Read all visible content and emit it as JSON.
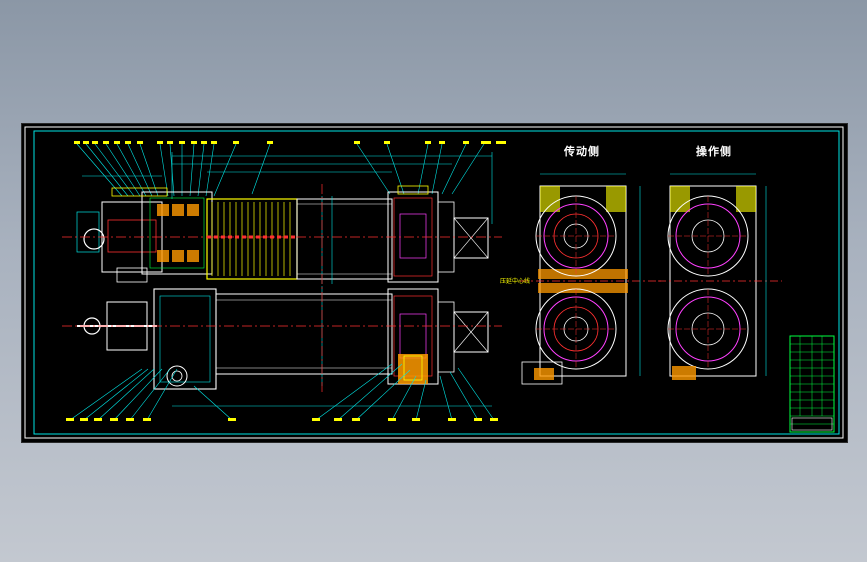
{
  "drawing": {
    "view_labels": {
      "drive_side": "传动侧",
      "operator_side": "操作侧"
    },
    "side_note": "压延中心线"
  },
  "colors": {
    "frame": "#00e5e5",
    "yellow": "#ffff00",
    "red": "#ff3030",
    "white": "#ffffff",
    "magenta": "#ff40ff",
    "green": "#00ff40",
    "orange": "#ff9a00"
  }
}
